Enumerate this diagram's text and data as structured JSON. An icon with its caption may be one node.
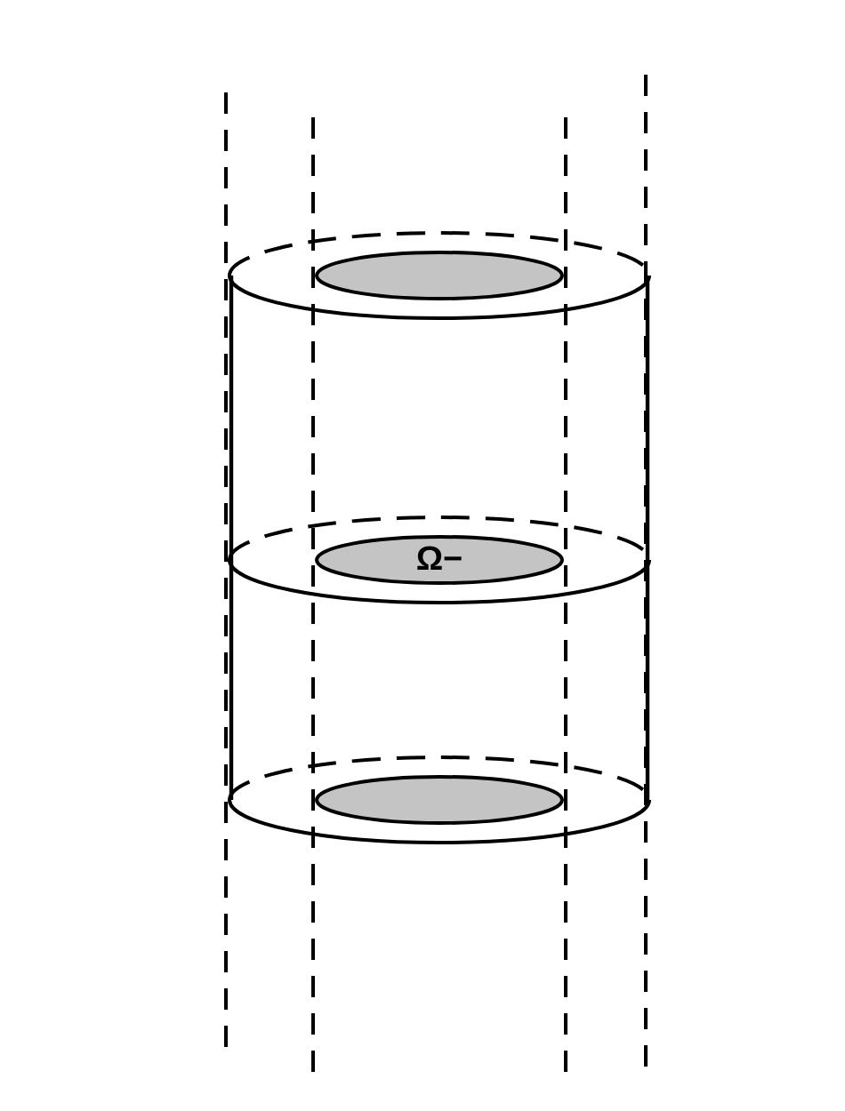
{
  "diagram": {
    "nodes": [
      {
        "text": [],
        "shape": "ellipse"
      },
      {
        "text": [
          "Ω−"
        ]
      },
      {
        "text": [],
        "shape": "ellipse"
      }
    ]
  }
}
